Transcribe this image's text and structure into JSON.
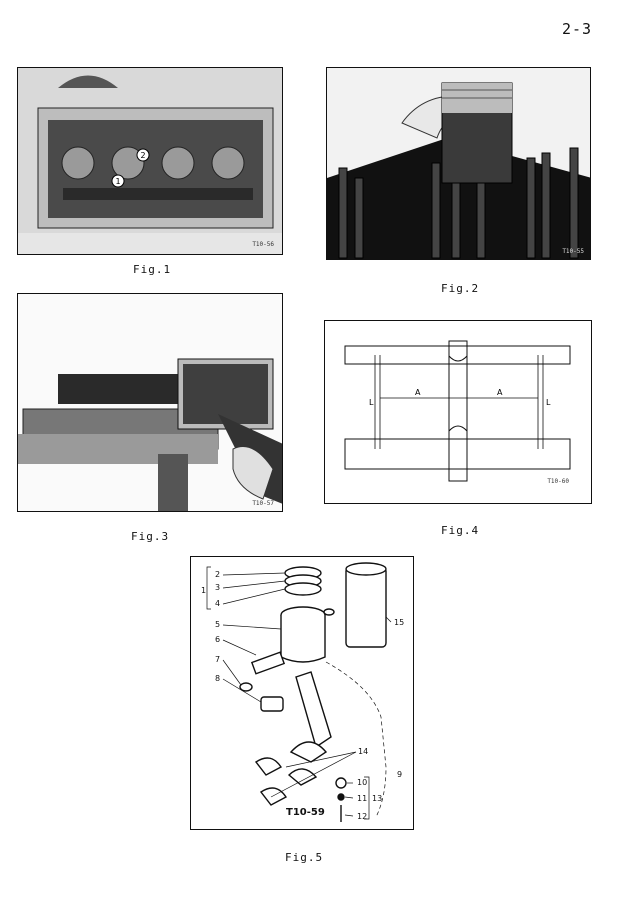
{
  "page": {
    "number": "2-3"
  },
  "figures": [
    {
      "id": "fig1",
      "caption": "Fig.1",
      "code": "T10-56"
    },
    {
      "id": "fig2",
      "caption": "Fig.2",
      "code": "T10-55"
    },
    {
      "id": "fig3",
      "caption": "Fig.3",
      "code": "T10-57"
    },
    {
      "id": "fig4",
      "caption": "Fig.4",
      "code": "T10-60",
      "dim_a": "A",
      "dim_l": "L"
    },
    {
      "id": "fig5",
      "caption": "Fig.5",
      "code": "T10-59"
    }
  ],
  "fig1_callouts": [
    "1",
    "2"
  ],
  "fig5_callouts": [
    "1",
    "2",
    "3",
    "4",
    "5",
    "6",
    "7",
    "8",
    "9",
    "10",
    "11",
    "12",
    "13",
    "14",
    "15"
  ]
}
